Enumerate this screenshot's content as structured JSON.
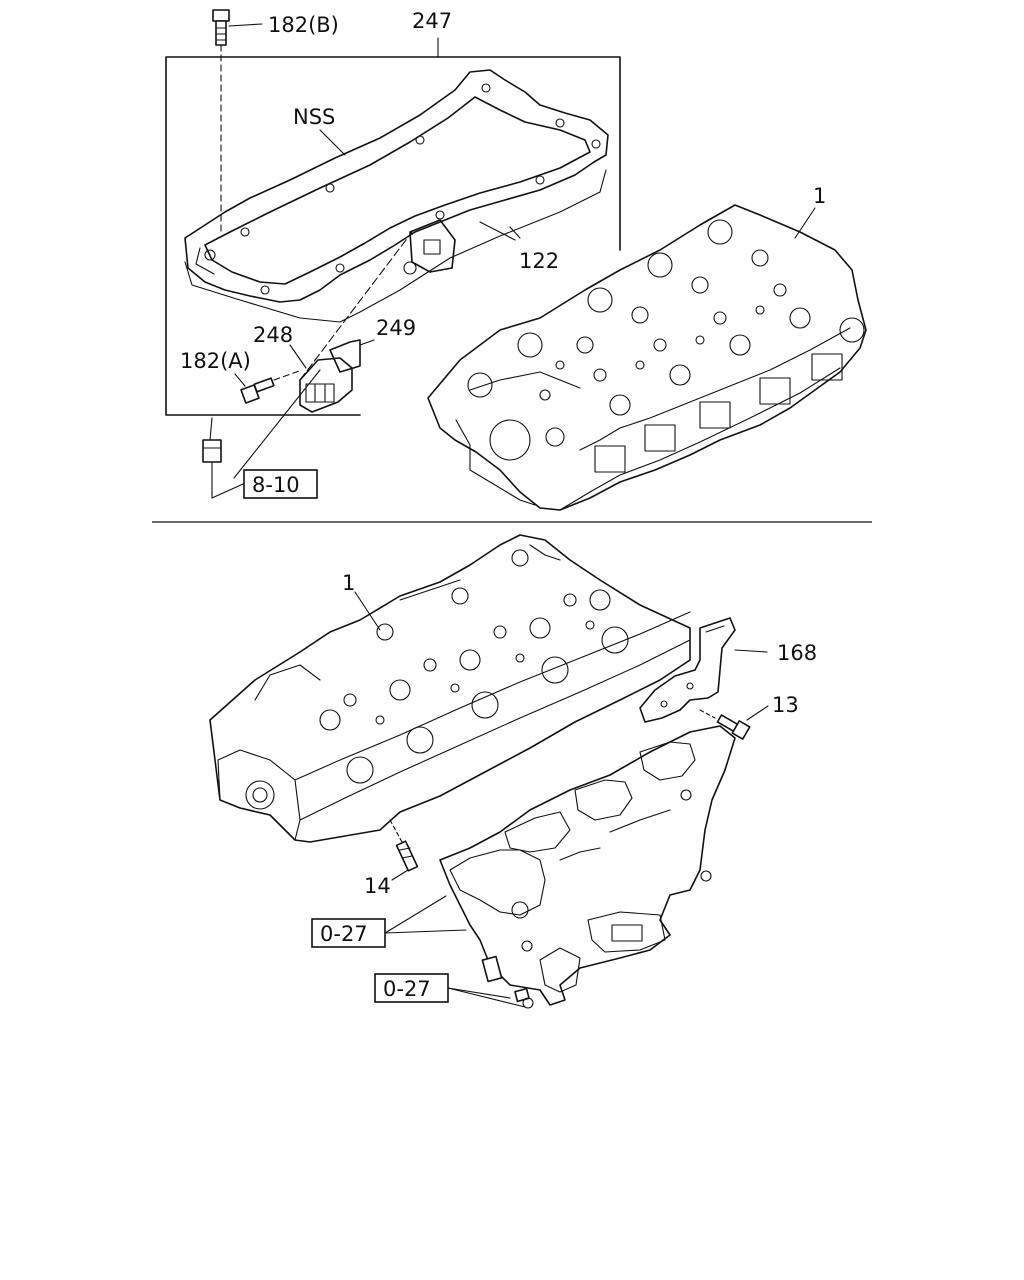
{
  "labels": {
    "bolt_b": "182(B)",
    "cover_assy": "247",
    "nss": "NSS",
    "gasket": "122",
    "head_top": "1",
    "sensor": "248",
    "sensor_clip": "249",
    "bolt_a": "182(A)",
    "ref_top": "8-10",
    "head_bottom": "1",
    "bracket": "168",
    "bracket_bolt": "13",
    "stud": "14",
    "ref_mid": "0-27",
    "ref_low": "0-27"
  }
}
